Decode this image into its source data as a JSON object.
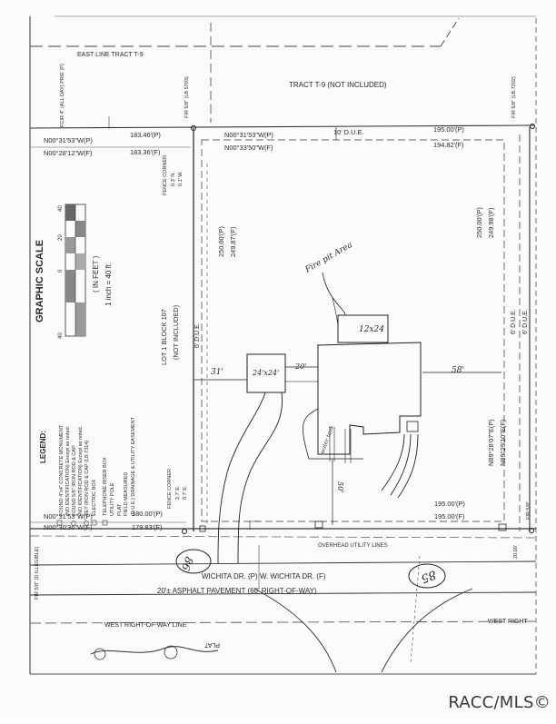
{
  "survey": {
    "east_line": "EAST LINE TRACT T-9",
    "tract_t9": "TRACT T-9 (NOT INCLUDED)",
    "fcir_top": "FCIR 4\" (ALL DAY) PRIE (P)",
    "fir_top_left": "FIR 5/8\" (LB 5703)",
    "fir_top_right": "FIR 5/8\" (LB 7202)",
    "fir_bottom_left": "FIR 5/8\" (D ILLEGIBLE)",
    "fir_bottom_right": "FIR 5/8\"",
    "north_brg_left_p": "N00°31'53\"W(P)",
    "north_brg_left_f": "N00°28'12\"W(F)",
    "north_dist_left_p": "183.46'(P)",
    "north_dist_left_f": "183.36'(F)",
    "north_brg_p": "N00°31'53\"W(P)",
    "north_brg_f": "N00°33'50\"W(F)",
    "north_due": "10' D.U.E.",
    "north_dist_p": "195.00'(P)",
    "north_dist_f": "194.82'(F)",
    "west_dist_p": "250.00'(P)",
    "west_dist_f": "249.87'(F)",
    "east_dist_p": "250.00'(P)",
    "east_dist_f": "249.98'(F)",
    "east_brg_p": "N89°28'07\"E(P)",
    "east_brg_f": "N89°29'10\"E(F)",
    "east_due_1": "6' D.U.E.",
    "east_due_2": "6' D.U.E.",
    "west_due": "6' D.U.E.",
    "lot_label_1": "LOT 1 BLOCK 107",
    "lot_label_2": "(NOT INCLUDED)",
    "fence_corner_top": "FENCE CORNER",
    "fence_corner_top_2": "0.3' N.",
    "fence_corner_top_3": "0.1' W.",
    "fence_corner_bot": "FENCE CORNER",
    "fence_corner_bot_2": "2.7' E.",
    "fence_corner_bot_3": "0.7' E.",
    "south_brg_p": "N00°31'53\"W(P)",
    "south_brg_f": "N00°30'36\"W(F)",
    "south_dist_left_p": "180.00'(P)",
    "south_dist_left_f": "179.83'(F)",
    "south_dist_p": "195.00'(P)",
    "south_dist_f": "195.00'(F)",
    "overhead_lines": "OVERHEAD UTILITY LINES",
    "road_name": "WICHITA DR. (P)  W. WICHITA DR. (F)",
    "pavement": "20'± ASPHALT PAVEMENT (60' RIGHT-OF-WAY)",
    "west_row_1": "WEST RIGHT-OF-WAY LINE",
    "west_row_2": "WEST RIGHT",
    "plat": "PLAT",
    "right_small": "20.00'"
  },
  "scale": {
    "title": "GRAPHIC SCALE",
    "in_feet": "( IN FEET )",
    "ratio": "1 inch = 40 ft.",
    "ticks": [
      "40",
      "20",
      "0",
      "40"
    ]
  },
  "legend": {
    "title": "LEGEND:",
    "items": [
      "FOUND 4\"x4\" CONCRETE MONUMENT",
      "(NO IDENTIFICATION) Except as noted.",
      "FOUND 5/8\" IRON ROD & CAP",
      "(NO IDENTIFICATION) Except as noted.",
      "SET IRON ROD & CAP (LB 7314)",
      "ELECTRIC BOX",
      "TELEPHONE RISER BOX",
      "UTILITY POLE",
      "PLAT",
      "FIELD MEASURED",
      "(D.U.E.) DRAINAGE & UTILITY EASEMENT"
    ]
  },
  "handwritten": {
    "fire_pit": "Fire pit Area",
    "shed": "12x24",
    "garage": "24'x24'",
    "dim_31": "31'",
    "dim_20": "20'",
    "dim_58": "58'",
    "dim_50": "50'",
    "water_tank": "water tank",
    "house_86": "86",
    "house_85": "85"
  },
  "watermark": "RACC/MLS©"
}
